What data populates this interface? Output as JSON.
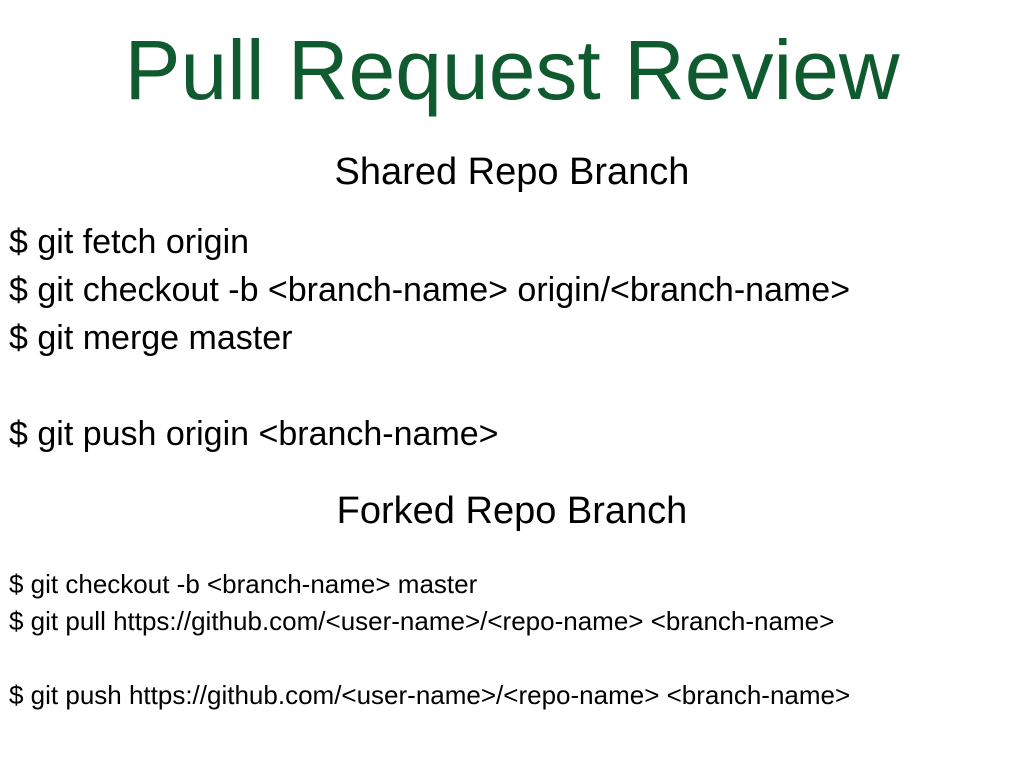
{
  "slide": {
    "title": "Pull Request Review",
    "title_color": "#0f5a2e",
    "sections": [
      {
        "heading": "Shared Repo Branch",
        "commands": [
          "$ git fetch origin",
          "$ git checkout -b <branch-name> origin/<branch-name>",
          "$ git merge master",
          "$ git push origin <branch-name>"
        ]
      },
      {
        "heading": "Forked Repo Branch",
        "commands": [
          "$ git checkout -b <branch-name> master",
          "$ git pull https://github.com/<user-name>/<repo-name> <branch-name>",
          "$ git push https://github.com/<user-name>/<repo-name> <branch-name>"
        ]
      }
    ]
  }
}
